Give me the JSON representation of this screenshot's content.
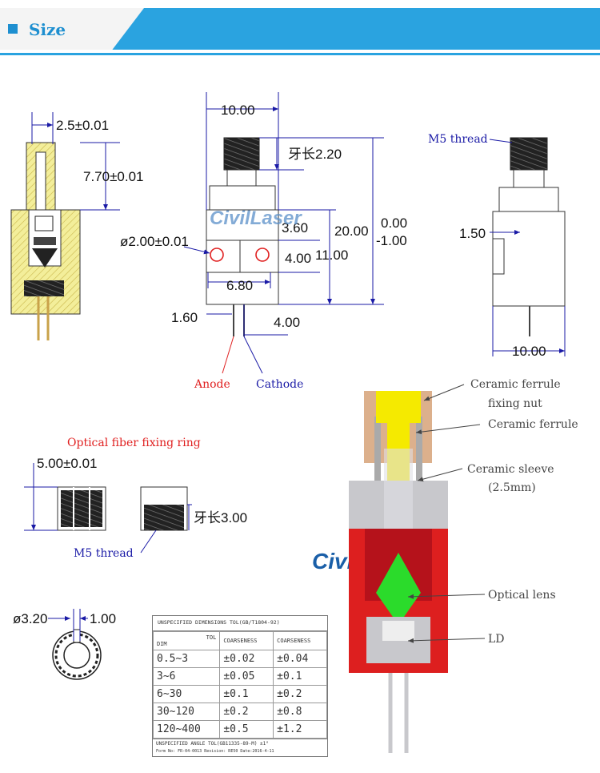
{
  "header": {
    "title": "Size"
  },
  "watermark": {
    "text": "CivilLaser"
  },
  "dimensions": {
    "d_2_5": "2.5±0.01",
    "d_7_70": "7.70±0.01",
    "d_10_top": "10.00",
    "d_thread_len": "牙长2.20",
    "d_3_60": "3.60",
    "d_20_00": "20.00",
    "d_tol_plus": "0.00",
    "d_tol_minus": "-1.00",
    "d_2_00": "ø2.00±0.01",
    "d_4_00a": "4.00",
    "d_11_00": "11.00",
    "d_6_80": "6.80",
    "d_1_60": "1.60",
    "d_4_00b": "4.00",
    "d_1_50": "1.50",
    "d_10_side": "10.00",
    "d_5_00": "5.00±0.01",
    "d_thread_len2": "牙长3.00",
    "d_3_20": "ø3.20",
    "d_1_00": "1.00"
  },
  "labels": {
    "m5_thread_top": "M5 thread",
    "anode": "Anode",
    "cathode": "Cathode",
    "fixing_ring": "Optical fiber fixing ring",
    "m5_thread_ring": "M5 thread",
    "ferrule_nut_1": "Ceramic ferrule",
    "ferrule_nut_2": "fixing nut",
    "ferrule": "Ceramic ferrule",
    "sleeve_1": "Ceramic sleeve",
    "sleeve_2": "(2.5mm)",
    "lens": "Optical lens",
    "ld": "LD"
  },
  "tolerance_table": {
    "caption": "UNSPECIFIED DIMENSIONS TOL(GB/T1804-92)",
    "header_tol": "TOL",
    "header_dim": "DIM",
    "col1": "COARSENESS",
    "col2": "COARSENESS",
    "rows": [
      {
        "dim": "0.5~3",
        "a": "±0.02",
        "b": "±0.04"
      },
      {
        "dim": "3~6",
        "a": "±0.05",
        "b": "±0.1"
      },
      {
        "dim": "6~30",
        "a": "±0.1",
        "b": "±0.2"
      },
      {
        "dim": "30~120",
        "a": "±0.2",
        "b": "±0.8"
      },
      {
        "dim": "120~400",
        "a": "±0.5",
        "b": "±1.2"
      }
    ],
    "footer": "UNSPECIFIED ANGLE TOL(GB11335-89-M) ±1°",
    "form_no": "Form No: FR-04-0013 Revision: RE50 Date:2016-4-11"
  },
  "colors": {
    "header_blue": "#2aa3e0",
    "dim_line": "#1a1aa6",
    "red_label": "#e02020",
    "blue_label": "#1a1aa6"
  }
}
